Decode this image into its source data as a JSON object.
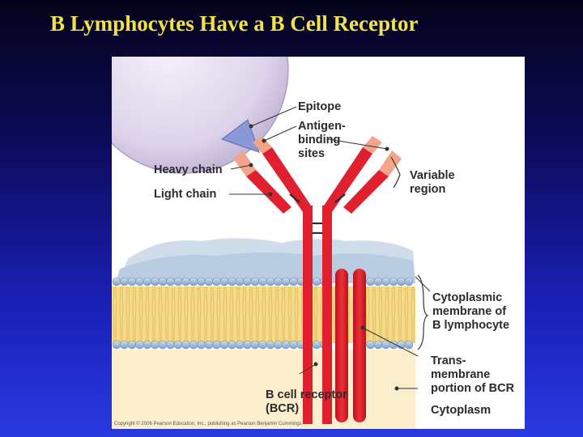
{
  "title": "B Lymphocytes Have a B Cell Receptor",
  "figure": {
    "labels": {
      "epitope": "Epitope",
      "antigen_binding_sites": "Antigen-\nbinding\nsites",
      "heavy_chain": "Heavy chain",
      "light_chain": "Light chain",
      "variable_region": "Variable\nregion",
      "cytoplasmic_membrane": "Cytoplasmic\nmembrane of\nB lymphocyte",
      "transmembrane_portion": "Trans-\nmembrane\nportion of BCR",
      "bcr": "B cell receptor\n(BCR)",
      "cytoplasm": "Cytoplasm"
    },
    "copyright": "Copyright © 2006 Pearson Education, Inc., publishing as Pearson Benjamin Cummings.",
    "colors": {
      "heavy_chain": "#e0202e",
      "light_chain": "#e0202e",
      "variable_tip": "#f4a48a",
      "antigen": "#ddd4ea",
      "epitope": "#8a98d8",
      "membrane_head": "#9fb8d4",
      "membrane_core": "#f6dc8a",
      "cytoplasm": "#fbeecd"
    }
  }
}
